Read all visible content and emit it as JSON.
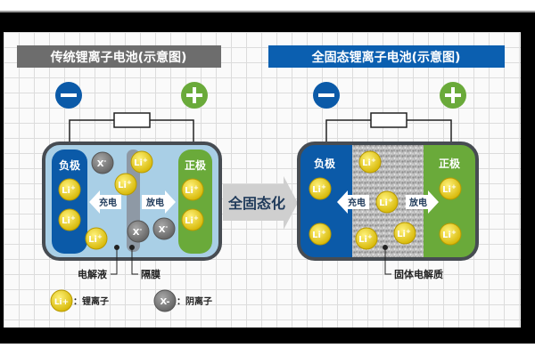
{
  "left": {
    "title": "传统锂离子电池(示意图)",
    "negative_label": "负极",
    "positive_label": "正极",
    "charge_label": "充电",
    "discharge_label": "放电",
    "electrolyte_label": "电解液",
    "separator_label": "隔膜",
    "legend": [
      {
        "symbol": "Li+",
        "text": "：锂离子"
      },
      {
        "symbol": "X-",
        "text": "：阴离子"
      }
    ]
  },
  "middle": {
    "label": "全固态化"
  },
  "right": {
    "title": "全固态锂离子电池(示意图)",
    "negative_label": "负极",
    "positive_label": "正极",
    "charge_label": "充电",
    "discharge_label": "放电",
    "solid_electrolyte_label": "固体电解质"
  },
  "symbols": {
    "minus": "−",
    "plus": "+",
    "li": "Li",
    "li_sup": "+",
    "x": "X",
    "x_sup": "-"
  },
  "colors": {
    "negative": "#0b5aa8",
    "positive": "#6aaa3a",
    "li_ion": "#e8c800",
    "anion": "#7d7d7d",
    "left_title": "#6d6d6d",
    "right_title": "#0b5fb0"
  }
}
